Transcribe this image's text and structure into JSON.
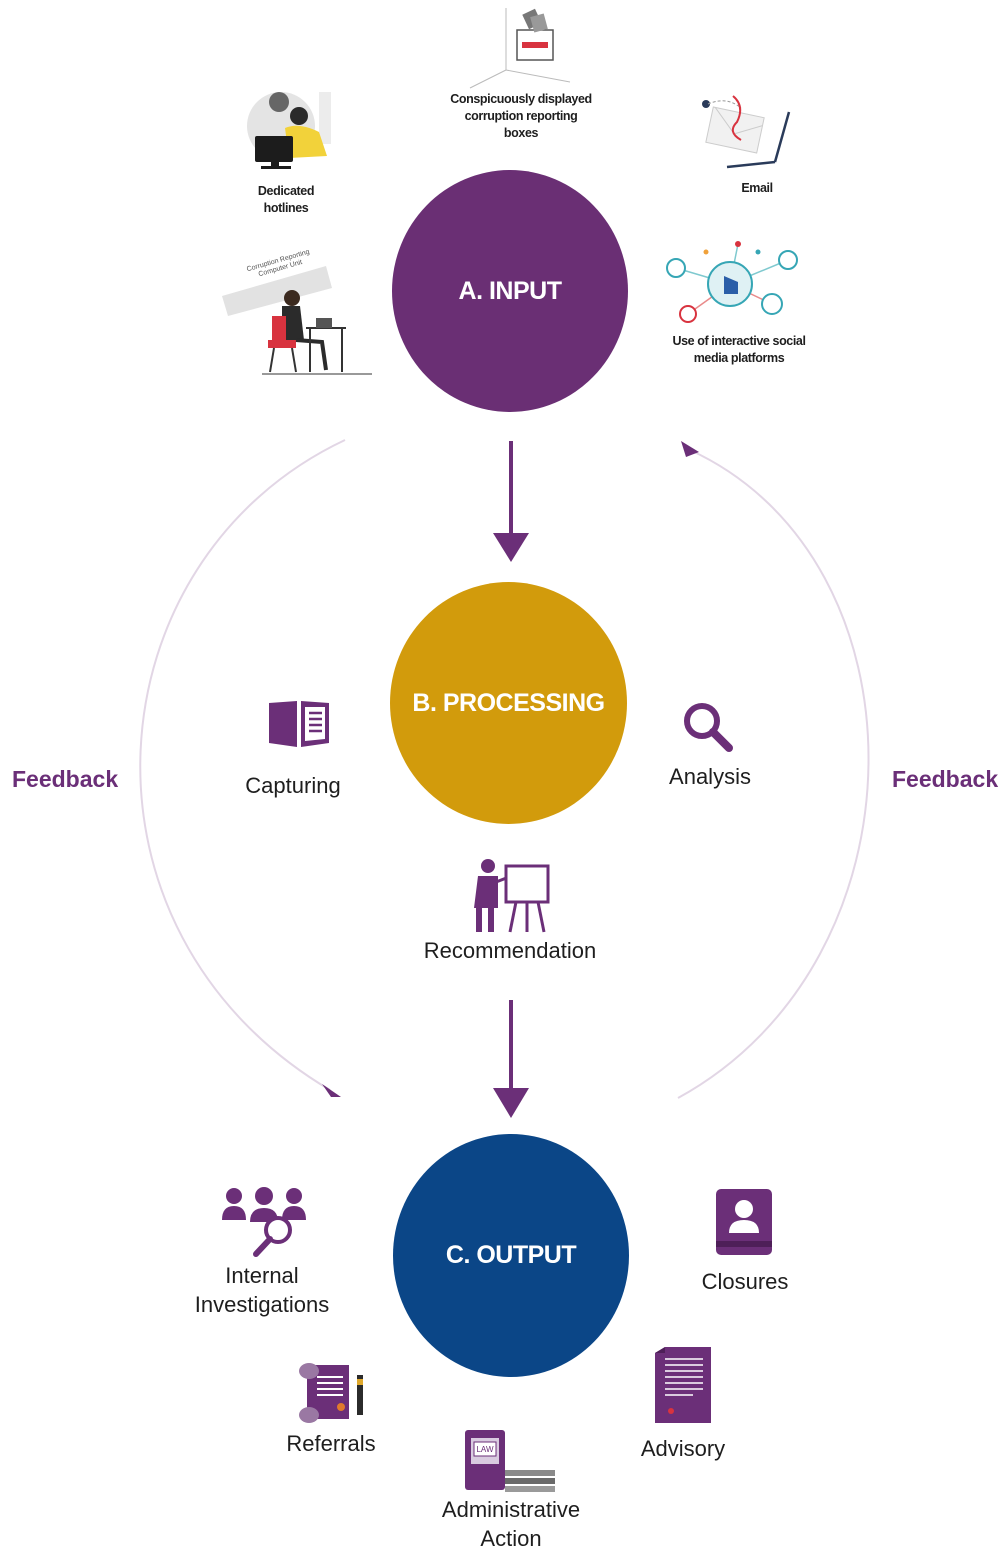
{
  "colors": {
    "input": "#6a2f74",
    "processing": "#d29b0c",
    "output": "#0b4687",
    "accent": "#6b2f78",
    "feedback_line": "#e2d6e5"
  },
  "input": {
    "title": "A. INPUT",
    "channels": {
      "boxes": [
        "Conspicuously displayed",
        "corruption reporting",
        "boxes"
      ],
      "hotlines": [
        "Dedicated",
        "hotlines"
      ],
      "email": "Email",
      "social": [
        "Use of interactive social",
        "media platforms"
      ],
      "computer_sign": [
        "Corruption Reporting",
        "Computer Unit"
      ]
    }
  },
  "processing": {
    "title": "B. PROCESSING",
    "capturing": "Capturing",
    "analysis": "Analysis",
    "recommendation": "Recommendation"
  },
  "output": {
    "title": "C. OUTPUT",
    "internal": [
      "Internal",
      "Investigations"
    ],
    "closures": "Closures",
    "referrals": "Referrals",
    "advisory": "Advisory",
    "administrative": [
      "Administrative",
      "Action"
    ],
    "law_tag": "LAW"
  },
  "feedback": {
    "left": "Feedback",
    "right": "Feedback"
  }
}
